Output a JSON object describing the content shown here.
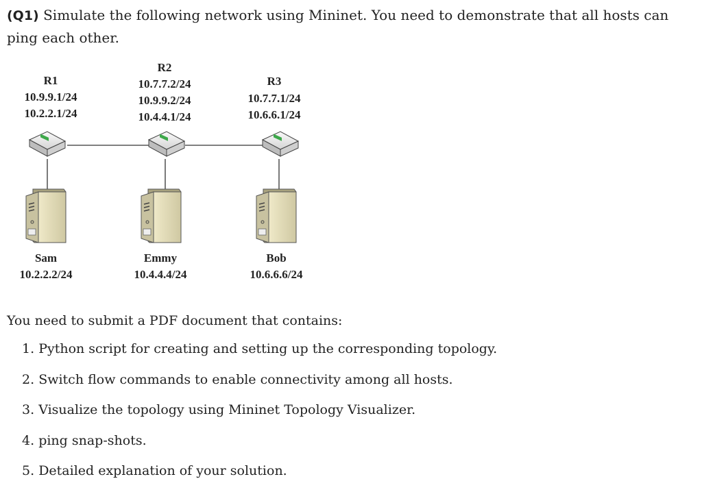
{
  "question": {
    "number": "(Q1)",
    "text": " Simulate the following network using Mininet. You need to demonstrate that all hosts can ping each other."
  },
  "diagram": {
    "routers": [
      {
        "name": "R1",
        "ips": [
          "10.9.9.1/24",
          "10.2.2.1/24"
        ]
      },
      {
        "name": "R2",
        "ips": [
          "10.7.7.2/24",
          "10.9.9.2/24",
          "10.4.4.1/24"
        ]
      },
      {
        "name": "R3",
        "ips": [
          "10.7.7.1/24",
          "10.6.6.1/24"
        ]
      }
    ],
    "hosts": [
      {
        "name": "Sam",
        "ip": "10.2.2.2/24"
      },
      {
        "name": "Emmy",
        "ip": "10.4.4.4/24"
      },
      {
        "name": "Bob",
        "ip": "10.6.6.6/24"
      }
    ]
  },
  "submission": {
    "intro": "You need to submit a PDF document that contains:",
    "items": [
      {
        "num": "1.",
        "text": "Python script for creating and setting up the corresponding topology."
      },
      {
        "num": "2.",
        "text": "Switch flow commands to enable connectivity among all hosts."
      },
      {
        "num": "3.",
        "text": "Visualize the topology using Mininet Topology Visualizer."
      },
      {
        "num": "4.",
        "text": "ping snap-shots."
      },
      {
        "num": "5.",
        "text": "Detailed explanation of your solution."
      }
    ]
  },
  "colors": {
    "text": "#222222",
    "router_body": "#e8e8e8",
    "router_accent": "#3da84a",
    "server_body": "#ddd7b6",
    "server_side": "#a8a27f",
    "link": "#333333"
  }
}
